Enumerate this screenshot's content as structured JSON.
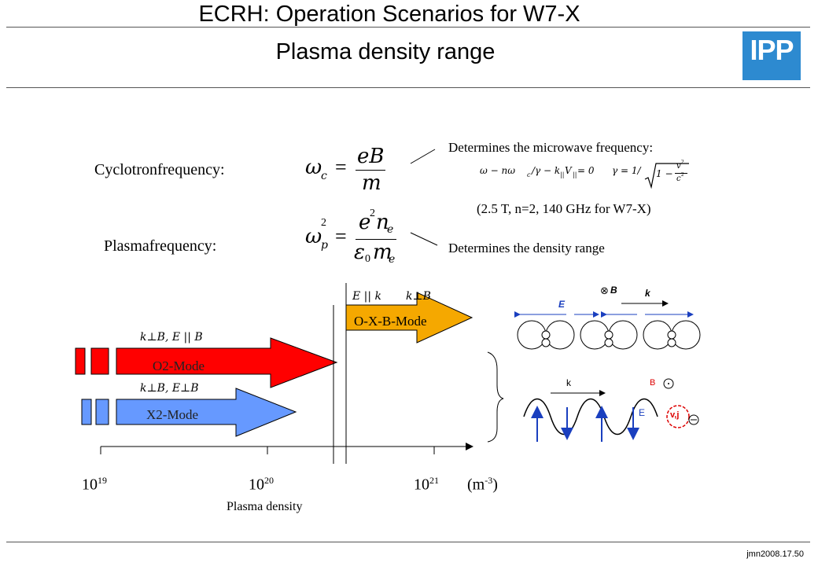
{
  "header": {
    "title": "ECRH: Operation Scenarios for W7-X",
    "subtitle": "Plasma density range",
    "logo_text": "IPP",
    "logo_color": "#2d8ad0"
  },
  "formulas": {
    "cyclotron_label": "Cyclotronfrequency:",
    "cyclotron_lhs": "ω",
    "cyclotron_lhs_sub": "c",
    "cyclotron_num": "eB",
    "cyclotron_den": "m",
    "plasma_label": "Plasmafrequency:",
    "plasma_lhs": "ω",
    "plasma_lhs_sub": "p",
    "plasma_lhs_sup": "2",
    "plasma_num": "e",
    "plasma_num_sup": "2",
    "plasma_num_n": "n",
    "plasma_num_sub": "e",
    "plasma_den_eps": "ε",
    "plasma_den_eps_sub": "0",
    "plasma_den_m": "m",
    "plasma_den_sub": "e",
    "determines_frequency": "Determines the microwave frequency:",
    "resonance_condition": "ω − nω",
    "resonance_condition_sub": "c",
    "resonance_condition_rest": "/γ − k",
    "resonance_condition_sub2": "||",
    "resonance_condition_v": "V",
    "resonance_condition_sub3": "||",
    "resonance_condition_end": " = 0",
    "gamma_def": "γ = 1/",
    "gamma_root_one": "1 −",
    "gamma_root_num": "v",
    "gamma_root_num_sup": "2",
    "gamma_root_den": "c",
    "gamma_root_den_sup": "2",
    "w7x_example": "(2.5 T, n=2, 140 GHz for W7-X)",
    "determines_density": "Determines the density range"
  },
  "chart": {
    "tick_base": "10",
    "tick_exp_19": "19",
    "tick_exp_20": "20",
    "tick_exp_21": "21",
    "unit_open": "(m",
    "unit_exp": "-3",
    "unit_close": ")",
    "x_label": "Plasma density",
    "modes": [
      {
        "name": "O-X-B-Mode",
        "color": "#f5a800",
        "polarization_left": "E || k",
        "polarization_right": "k⊥B"
      },
      {
        "name": "O2-Mode",
        "color": "#ff0000",
        "polarization": "k⊥B,   E || B"
      },
      {
        "name": "X2-Mode",
        "color": "#6699ff",
        "polarization": "k⊥B,   E⊥B"
      }
    ]
  },
  "wave_diagram": {
    "k_label": "k",
    "b_label": "B",
    "e_label": "E",
    "vj_label": "v,j",
    "top_e_label": "E",
    "top_b_label": "B",
    "top_k_label": "k"
  },
  "footer": {
    "code": "jmn2008.17.50"
  }
}
